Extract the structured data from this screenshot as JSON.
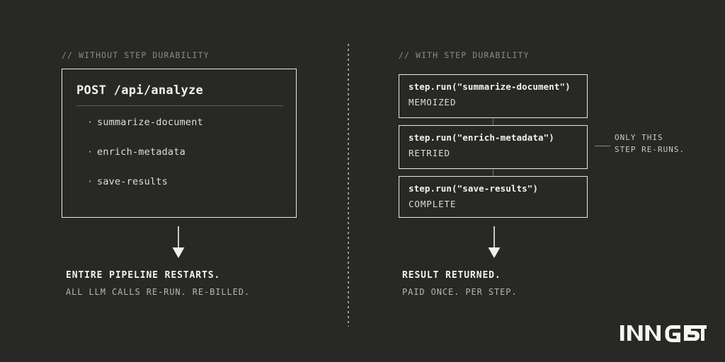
{
  "theme": {
    "background": "#282826",
    "border": "#e8e8e6",
    "text_bright": "#f2f2f0",
    "text_dim": "#b4b4b2",
    "text_comment": "#8a8a88",
    "divider": "#9a9a98"
  },
  "left_panel": {
    "comment": "// WITHOUT STEP DURABILITY",
    "card": {
      "title": "POST /api/analyze",
      "bullet": "·",
      "steps": [
        {
          "label": "summarize-document"
        },
        {
          "label": "enrich-metadata"
        },
        {
          "label": "save-results"
        }
      ]
    },
    "arrow": "down-arrow",
    "caption": {
      "headline": "ENTIRE PIPELINE RESTARTS.",
      "subline": "ALL LLM CALLS RE-RUN. RE-BILLED."
    }
  },
  "right_panel": {
    "comment": "// WITH STEP DURABILITY",
    "steps": [
      {
        "code": "step.run(\"summarize-document\")",
        "status": "MEMOIZED"
      },
      {
        "code": "step.run(\"enrich-metadata\")",
        "status": "RETRIED"
      },
      {
        "code": "step.run(\"save-results\")",
        "status": "COMPLETE"
      }
    ],
    "callout": {
      "line_1": "ONLY THIS",
      "line_2": "STEP RE-RUNS."
    },
    "arrow": "down-arrow",
    "caption": {
      "headline": "RESULT RETURNED.",
      "subline": "PAID ONCE. PER STEP."
    }
  },
  "brand": {
    "name": "INNGEST"
  }
}
